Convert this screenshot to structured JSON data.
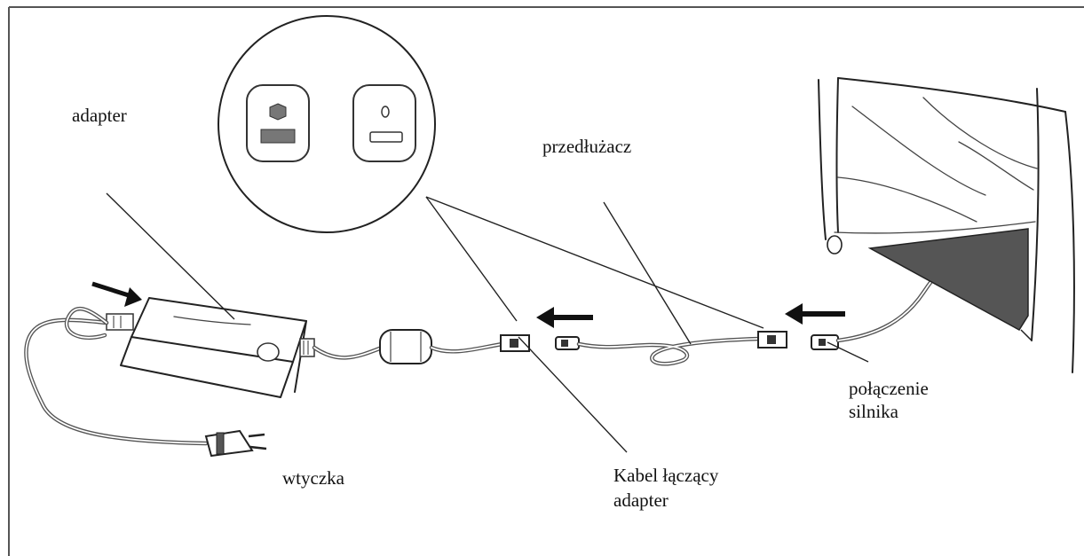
{
  "labels": {
    "adapter": "adapter",
    "extension": "przedłużacz",
    "plug": "wtyczka",
    "adapter_cable": [
      "Kabel łączący",
      "adapter"
    ],
    "motor_connection": [
      "połączenie",
      "silnika"
    ]
  },
  "colors": {
    "line": "#222222",
    "frame": "#555555",
    "fill_dark": "#555555",
    "background": "#ffffff"
  }
}
